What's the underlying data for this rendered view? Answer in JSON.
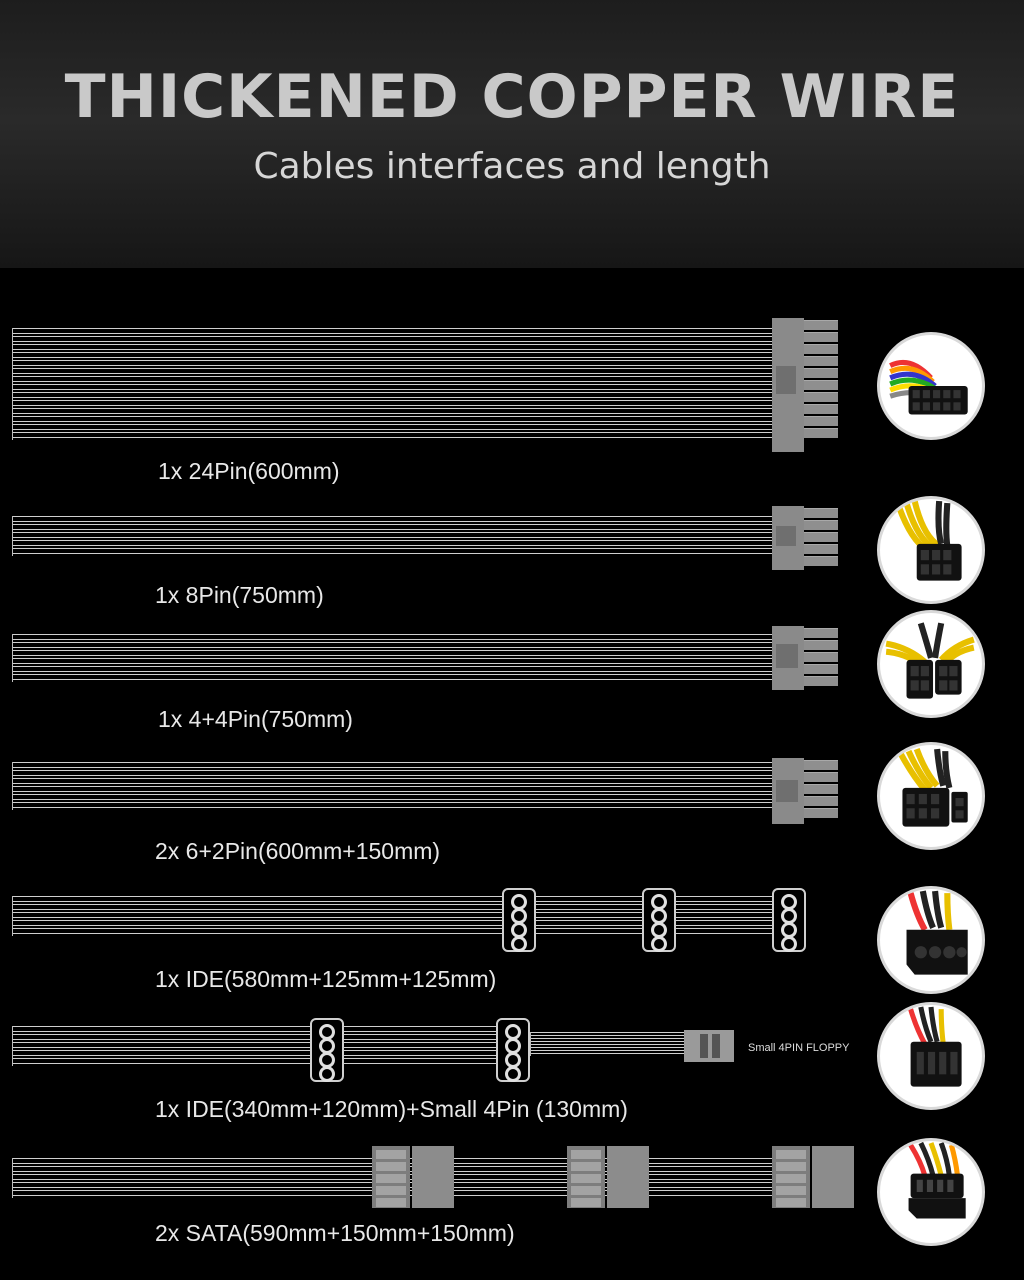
{
  "header": {
    "title": "THICKENED COPPER WIRE",
    "subtitle": "Cables interfaces and length"
  },
  "cables": [
    {
      "label": "1x 24Pin(600mm)",
      "photo_icon": "atx-24pin-photo"
    },
    {
      "label": "1x 8Pin(750mm)",
      "photo_icon": "eps-8pin-photo"
    },
    {
      "label": "1x 4+4Pin(750mm)",
      "photo_icon": "cpu-4plus4-photo"
    },
    {
      "label": "2x 6+2Pin(600mm+150mm)",
      "photo_icon": "pcie-6plus2-photo"
    },
    {
      "label": "1x IDE(580mm+125mm+125mm)",
      "photo_icon": "molex-ide-photo"
    },
    {
      "label": "1x IDE(340mm+120mm)+Small 4Pin (130mm)",
      "photo_icon": "molex-floppy-photo",
      "extra_label": "Small 4PIN FLOPPY"
    },
    {
      "label": "2x SATA(590mm+150mm+150mm)",
      "photo_icon": "sata-photo"
    }
  ],
  "colors": {
    "background": "#000000",
    "wire": "#cfcfcf",
    "connector": "#8a8a8a",
    "title": "#c9c9c9"
  }
}
